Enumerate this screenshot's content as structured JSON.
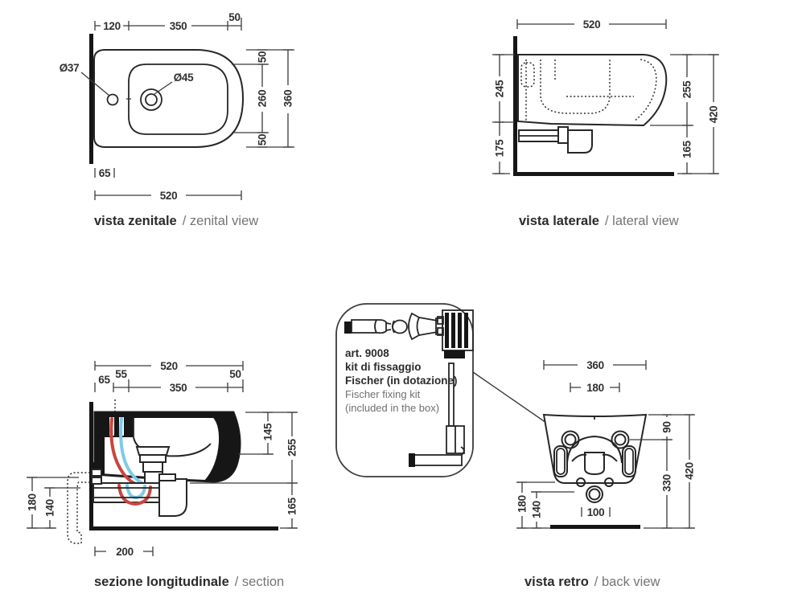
{
  "colors": {
    "hot_water": "#c8473d",
    "cold_water": "#7ecbe8",
    "line": "#3a3a3a",
    "ink": "#161616"
  },
  "zenital": {
    "caption_primary": "vista zenitale",
    "caption_secondary": "/ zenital view",
    "dim_120": "120",
    "dim_350": "350",
    "dim_50_top": "50",
    "dim_50_right_top": "50",
    "dim_260": "260",
    "dim_50_right_bottom": "50",
    "dim_360": "360",
    "dim_65": "65",
    "dim_520": "520",
    "label_hole_small": "Ø37",
    "label_hole_drain": "Ø45"
  },
  "lateral": {
    "caption_primary": "vista laterale",
    "caption_secondary": "/ lateral view",
    "dim_520": "520",
    "dim_245": "245",
    "dim_175": "175",
    "dim_255": "255",
    "dim_165": "165",
    "dim_420": "420"
  },
  "section": {
    "caption_primary": "sezione longitudinale",
    "caption_secondary": "/ section",
    "dim_520": "520",
    "dim_65": "65",
    "dim_55": "55",
    "dim_350": "350",
    "dim_50": "50",
    "dim_145": "145",
    "dim_255": "255",
    "dim_165": "165",
    "dim_180": "180",
    "dim_140": "140",
    "dim_200": "200"
  },
  "back": {
    "caption_primary": "vista retro",
    "caption_secondary": "/ back view",
    "dim_360": "360",
    "dim_180_top": "180",
    "dim_90": "90",
    "dim_330": "330",
    "dim_420": "420",
    "dim_180_left": "180",
    "dim_140": "140",
    "dim_100": "100"
  },
  "fixing_kit": {
    "art": "art. 9008",
    "line2": "kit di fissaggio",
    "line3": "Fischer (in dotazione)",
    "line4": "Fischer fixing kit",
    "line5": "(included in the box)"
  }
}
